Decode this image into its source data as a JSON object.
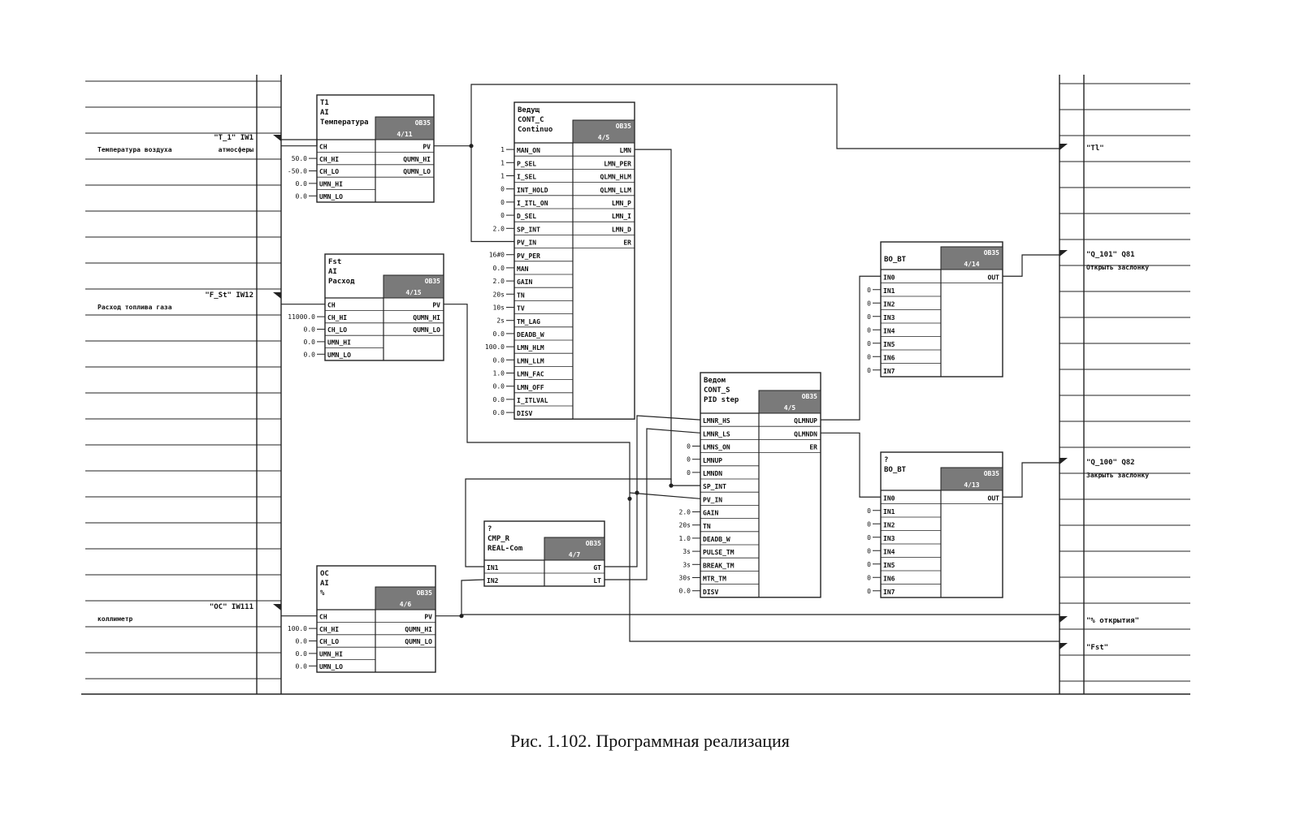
{
  "caption": "Рис. 1.102. Программная реализация",
  "colors": {
    "line": "#222222",
    "block_header": "#7a7a7a",
    "background": "#ffffff"
  },
  "left_signals": [
    {
      "tag": "\"T_1\" IW1",
      "description": "Температура воздуха",
      "extra": "атмосферы"
    },
    {
      "tag": "\"F_St\" IW12",
      "description": "Расход топлива газа",
      "extra": ""
    },
    {
      "tag": "\"OC\" IW111",
      "description": "коллиметр",
      "extra": ""
    }
  ],
  "right_signals": [
    {
      "tag": "\"Tl\"",
      "description": ""
    },
    {
      "tag": "\"Q_101\" Q81",
      "description": "Открыть заслонку"
    },
    {
      "tag": "\"Q_100\" Q82",
      "description": "Закрыть заслонку"
    },
    {
      "tag": "\"% открытия\"",
      "description": ""
    },
    {
      "tag": "\"Fst\"",
      "description": ""
    }
  ],
  "blocks": [
    {
      "id": "T1",
      "header": [
        "T1",
        "AI",
        "Температура"
      ],
      "ob": "OB35",
      "num": "4/11",
      "inputs": [
        {
          "name": "CH",
          "value": ""
        },
        {
          "name": "CH_HI",
          "value": "50.0"
        },
        {
          "name": "CH_LO",
          "value": "-50.0"
        },
        {
          "name": "UMN_HI",
          "value": "0.0"
        },
        {
          "name": "UMN_LO",
          "value": "0.0"
        }
      ],
      "outputs": [
        "PV",
        "QUMN_HI",
        "QUMN_LO"
      ]
    },
    {
      "id": "Fst",
      "header": [
        "Fst",
        "AI",
        "Расход"
      ],
      "ob": "OB35",
      "num": "4/15",
      "inputs": [
        {
          "name": "CH",
          "value": ""
        },
        {
          "name": "CH_HI",
          "value": "11000.0"
        },
        {
          "name": "CH_LO",
          "value": "0.0"
        },
        {
          "name": "UMN_HI",
          "value": "0.0"
        },
        {
          "name": "UMN_LO",
          "value": "0.0"
        }
      ],
      "outputs": [
        "PV",
        "QUMN_HI",
        "QUMN_LO"
      ]
    },
    {
      "id": "OC",
      "header": [
        "OC",
        "AI",
        "%"
      ],
      "ob": "OB35",
      "num": "4/6",
      "inputs": [
        {
          "name": "CH",
          "value": ""
        },
        {
          "name": "CH_HI",
          "value": "100.0"
        },
        {
          "name": "CH_LO",
          "value": "0.0"
        },
        {
          "name": "UMN_HI",
          "value": "0.0"
        },
        {
          "name": "UMN_LO",
          "value": "0.0"
        }
      ],
      "outputs": [
        "PV",
        "QUMN_HI",
        "QUMN_LO"
      ]
    },
    {
      "id": "CONT_C",
      "header": [
        "Ведущ",
        "CONT_C",
        "Continuo"
      ],
      "ob": "OB35",
      "num": "4/5",
      "inputs": [
        {
          "name": "MAN_ON",
          "value": "1"
        },
        {
          "name": "P_SEL",
          "value": "1"
        },
        {
          "name": "I_SEL",
          "value": "1"
        },
        {
          "name": "INT_HOLD",
          "value": "0"
        },
        {
          "name": "I_ITL_ON",
          "value": "0"
        },
        {
          "name": "D_SEL",
          "value": "0"
        },
        {
          "name": "SP_INT",
          "value": "2.0"
        },
        {
          "name": "PV_IN",
          "value": ""
        },
        {
          "name": "PV_PER",
          "value": "16#0"
        },
        {
          "name": "MAN",
          "value": "0.0"
        },
        {
          "name": "GAIN",
          "value": "2.0"
        },
        {
          "name": "TN",
          "value": "20s"
        },
        {
          "name": "TV",
          "value": "10s"
        },
        {
          "name": "TM_LAG",
          "value": "2s"
        },
        {
          "name": "DEADB_W",
          "value": "0.0"
        },
        {
          "name": "LMN_HLM",
          "value": "100.0"
        },
        {
          "name": "LMN_LLM",
          "value": "0.0"
        },
        {
          "name": "LMN_FAC",
          "value": "1.0"
        },
        {
          "name": "LMN_OFF",
          "value": "0.0"
        },
        {
          "name": "I_ITLVAL",
          "value": "0.0"
        },
        {
          "name": "DISV",
          "value": "0.0"
        }
      ],
      "outputs": [
        "LMN",
        "LMN_PER",
        "QLMN_HLM",
        "QLMN_LLM",
        "LMN_P",
        "LMN_I",
        "LMN_D",
        "ER"
      ]
    },
    {
      "id": "CMP_R",
      "header": [
        "?",
        "CMP_R",
        "REAL-Com"
      ],
      "ob": "OB35",
      "num": "4/7",
      "inputs": [
        {
          "name": "IN1",
          "value": ""
        },
        {
          "name": "IN2",
          "value": ""
        }
      ],
      "outputs": [
        "GT",
        "LT"
      ]
    },
    {
      "id": "CONT_S",
      "header": [
        "Ведом",
        "CONT_S",
        "PID step"
      ],
      "ob": "OB35",
      "num": "4/5",
      "inputs": [
        {
          "name": "LMNR_HS",
          "value": ""
        },
        {
          "name": "LMNR_LS",
          "value": ""
        },
        {
          "name": "LMNS_ON",
          "value": "0"
        },
        {
          "name": "LMNUP",
          "value": "0"
        },
        {
          "name": "LMNDN",
          "value": "0"
        },
        {
          "name": "SP_INT",
          "value": ""
        },
        {
          "name": "PV_IN",
          "value": ""
        },
        {
          "name": "GAIN",
          "value": "2.0"
        },
        {
          "name": "TN",
          "value": "20s"
        },
        {
          "name": "DEADB_W",
          "value": "1.0"
        },
        {
          "name": "PULSE_TM",
          "value": "3s"
        },
        {
          "name": "BREAK_TM",
          "value": "3s"
        },
        {
          "name": "MTR_TM",
          "value": "30s"
        },
        {
          "name": "DISV",
          "value": "0.0"
        }
      ],
      "outputs": [
        "QLMNUP",
        "QLMNDN",
        "ER"
      ]
    },
    {
      "id": "BO_BT1",
      "header": [
        "",
        "BO_BT",
        ""
      ],
      "ob": "OB35",
      "num": "4/14",
      "inputs": [
        {
          "name": "IN0",
          "value": ""
        },
        {
          "name": "IN1",
          "value": "0"
        },
        {
          "name": "IN2",
          "value": "0"
        },
        {
          "name": "IN3",
          "value": "0"
        },
        {
          "name": "IN4",
          "value": "0"
        },
        {
          "name": "IN5",
          "value": "0"
        },
        {
          "name": "IN6",
          "value": "0"
        },
        {
          "name": "IN7",
          "value": "0"
        }
      ],
      "outputs": [
        "OUT"
      ]
    },
    {
      "id": "BO_BT2",
      "header": [
        "?",
        "BO_BT",
        ""
      ],
      "ob": "OB35",
      "num": "4/13",
      "inputs": [
        {
          "name": "IN0",
          "value": ""
        },
        {
          "name": "IN1",
          "value": "0"
        },
        {
          "name": "IN2",
          "value": "0"
        },
        {
          "name": "IN3",
          "value": "0"
        },
        {
          "name": "IN4",
          "value": "0"
        },
        {
          "name": "IN5",
          "value": "0"
        },
        {
          "name": "IN6",
          "value": "0"
        },
        {
          "name": "IN7",
          "value": "0"
        }
      ],
      "outputs": [
        "OUT"
      ]
    }
  ]
}
